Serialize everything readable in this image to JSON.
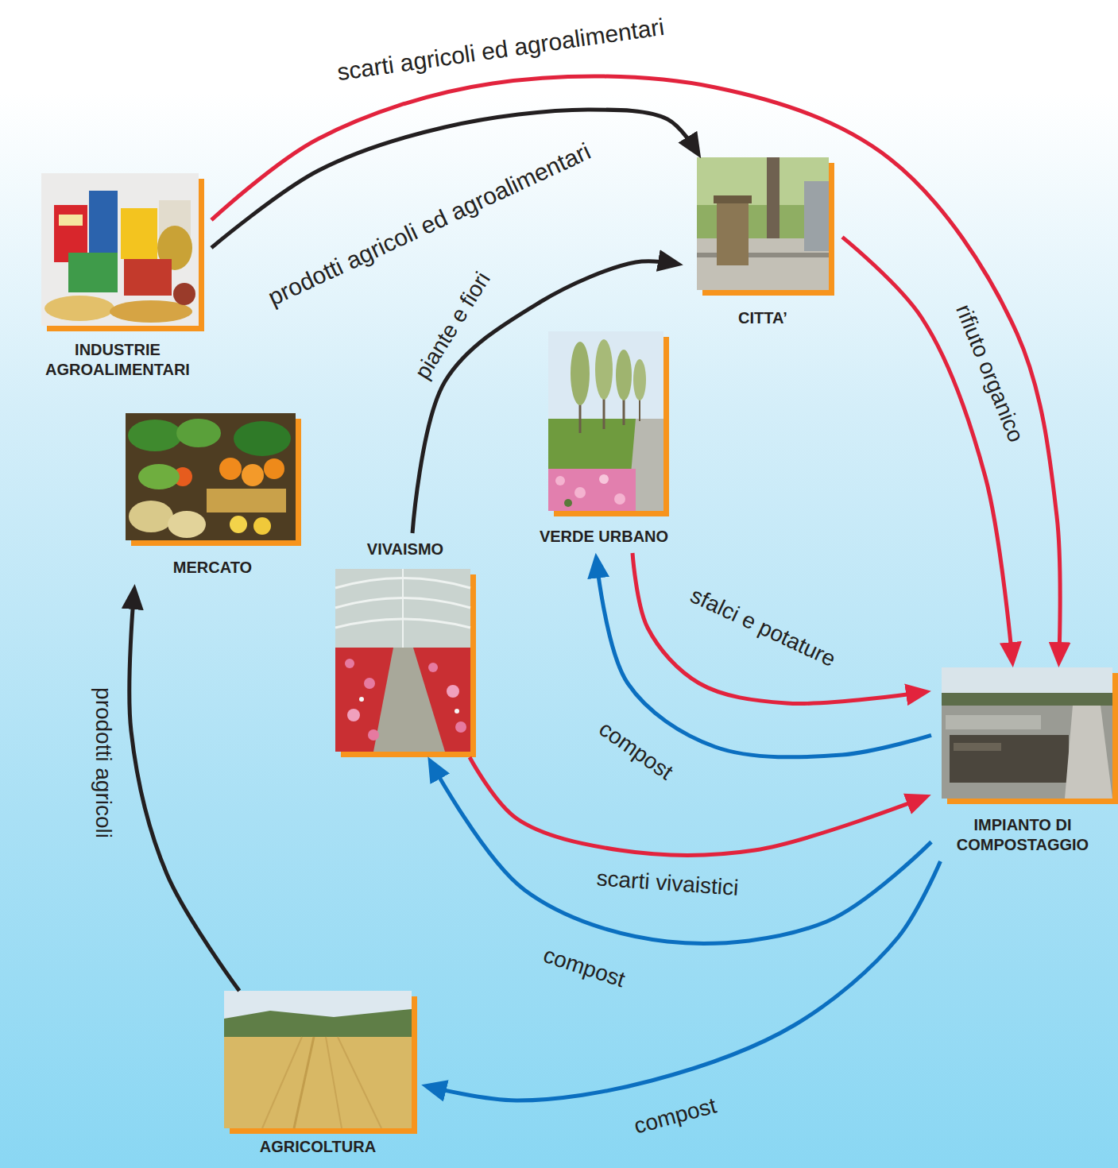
{
  "diagram": {
    "nodes": [
      {
        "text": [
          "INDUSTRIE AGROALIMENTARI"
        ]
      },
      {
        "text": [
          "CITTA’"
        ]
      },
      {
        "text": [
          "MERCATO"
        ]
      },
      {
        "text": [
          "VERDE URBANO"
        ]
      },
      {
        "text": [
          "VIVAISMO"
        ]
      },
      {
        "text": [
          "IMPIANTO DI COMPOSTAGGIO"
        ]
      },
      {
        "text": [
          "AGRICOLTURA"
        ]
      }
    ],
    "edges": [
      {
        "from": 0,
        "to": 1,
        "label": "prodotti agricoli ed agroalimentari",
        "arrow": "to"
      },
      {
        "from": 0,
        "to": 5,
        "label": "scarti agricoli ed agroalimentari",
        "arrow": "to"
      },
      {
        "from": 4,
        "to": 1,
        "label": "piante e fiori",
        "arrow": "to"
      },
      {
        "from": 1,
        "to": 5,
        "label": "rifiuto organico",
        "arrow": "to"
      },
      {
        "from": 3,
        "to": 5,
        "label": "sfalci e potature",
        "arrow": "to"
      },
      {
        "from": 5,
        "to": 3,
        "label": "compost",
        "arrow": "to"
      },
      {
        "from": 4,
        "to": 5,
        "label": "scarti vivaistici",
        "arrow": "to"
      },
      {
        "from": 5,
        "to": 4,
        "label": "compost",
        "arrow": "to"
      },
      {
        "from": 6,
        "to": 2,
        "label": "prodotti agricoli",
        "arrow": "to"
      },
      {
        "from": 5,
        "to": 6,
        "label": "compost",
        "arrow": "to"
      }
    ]
  }
}
